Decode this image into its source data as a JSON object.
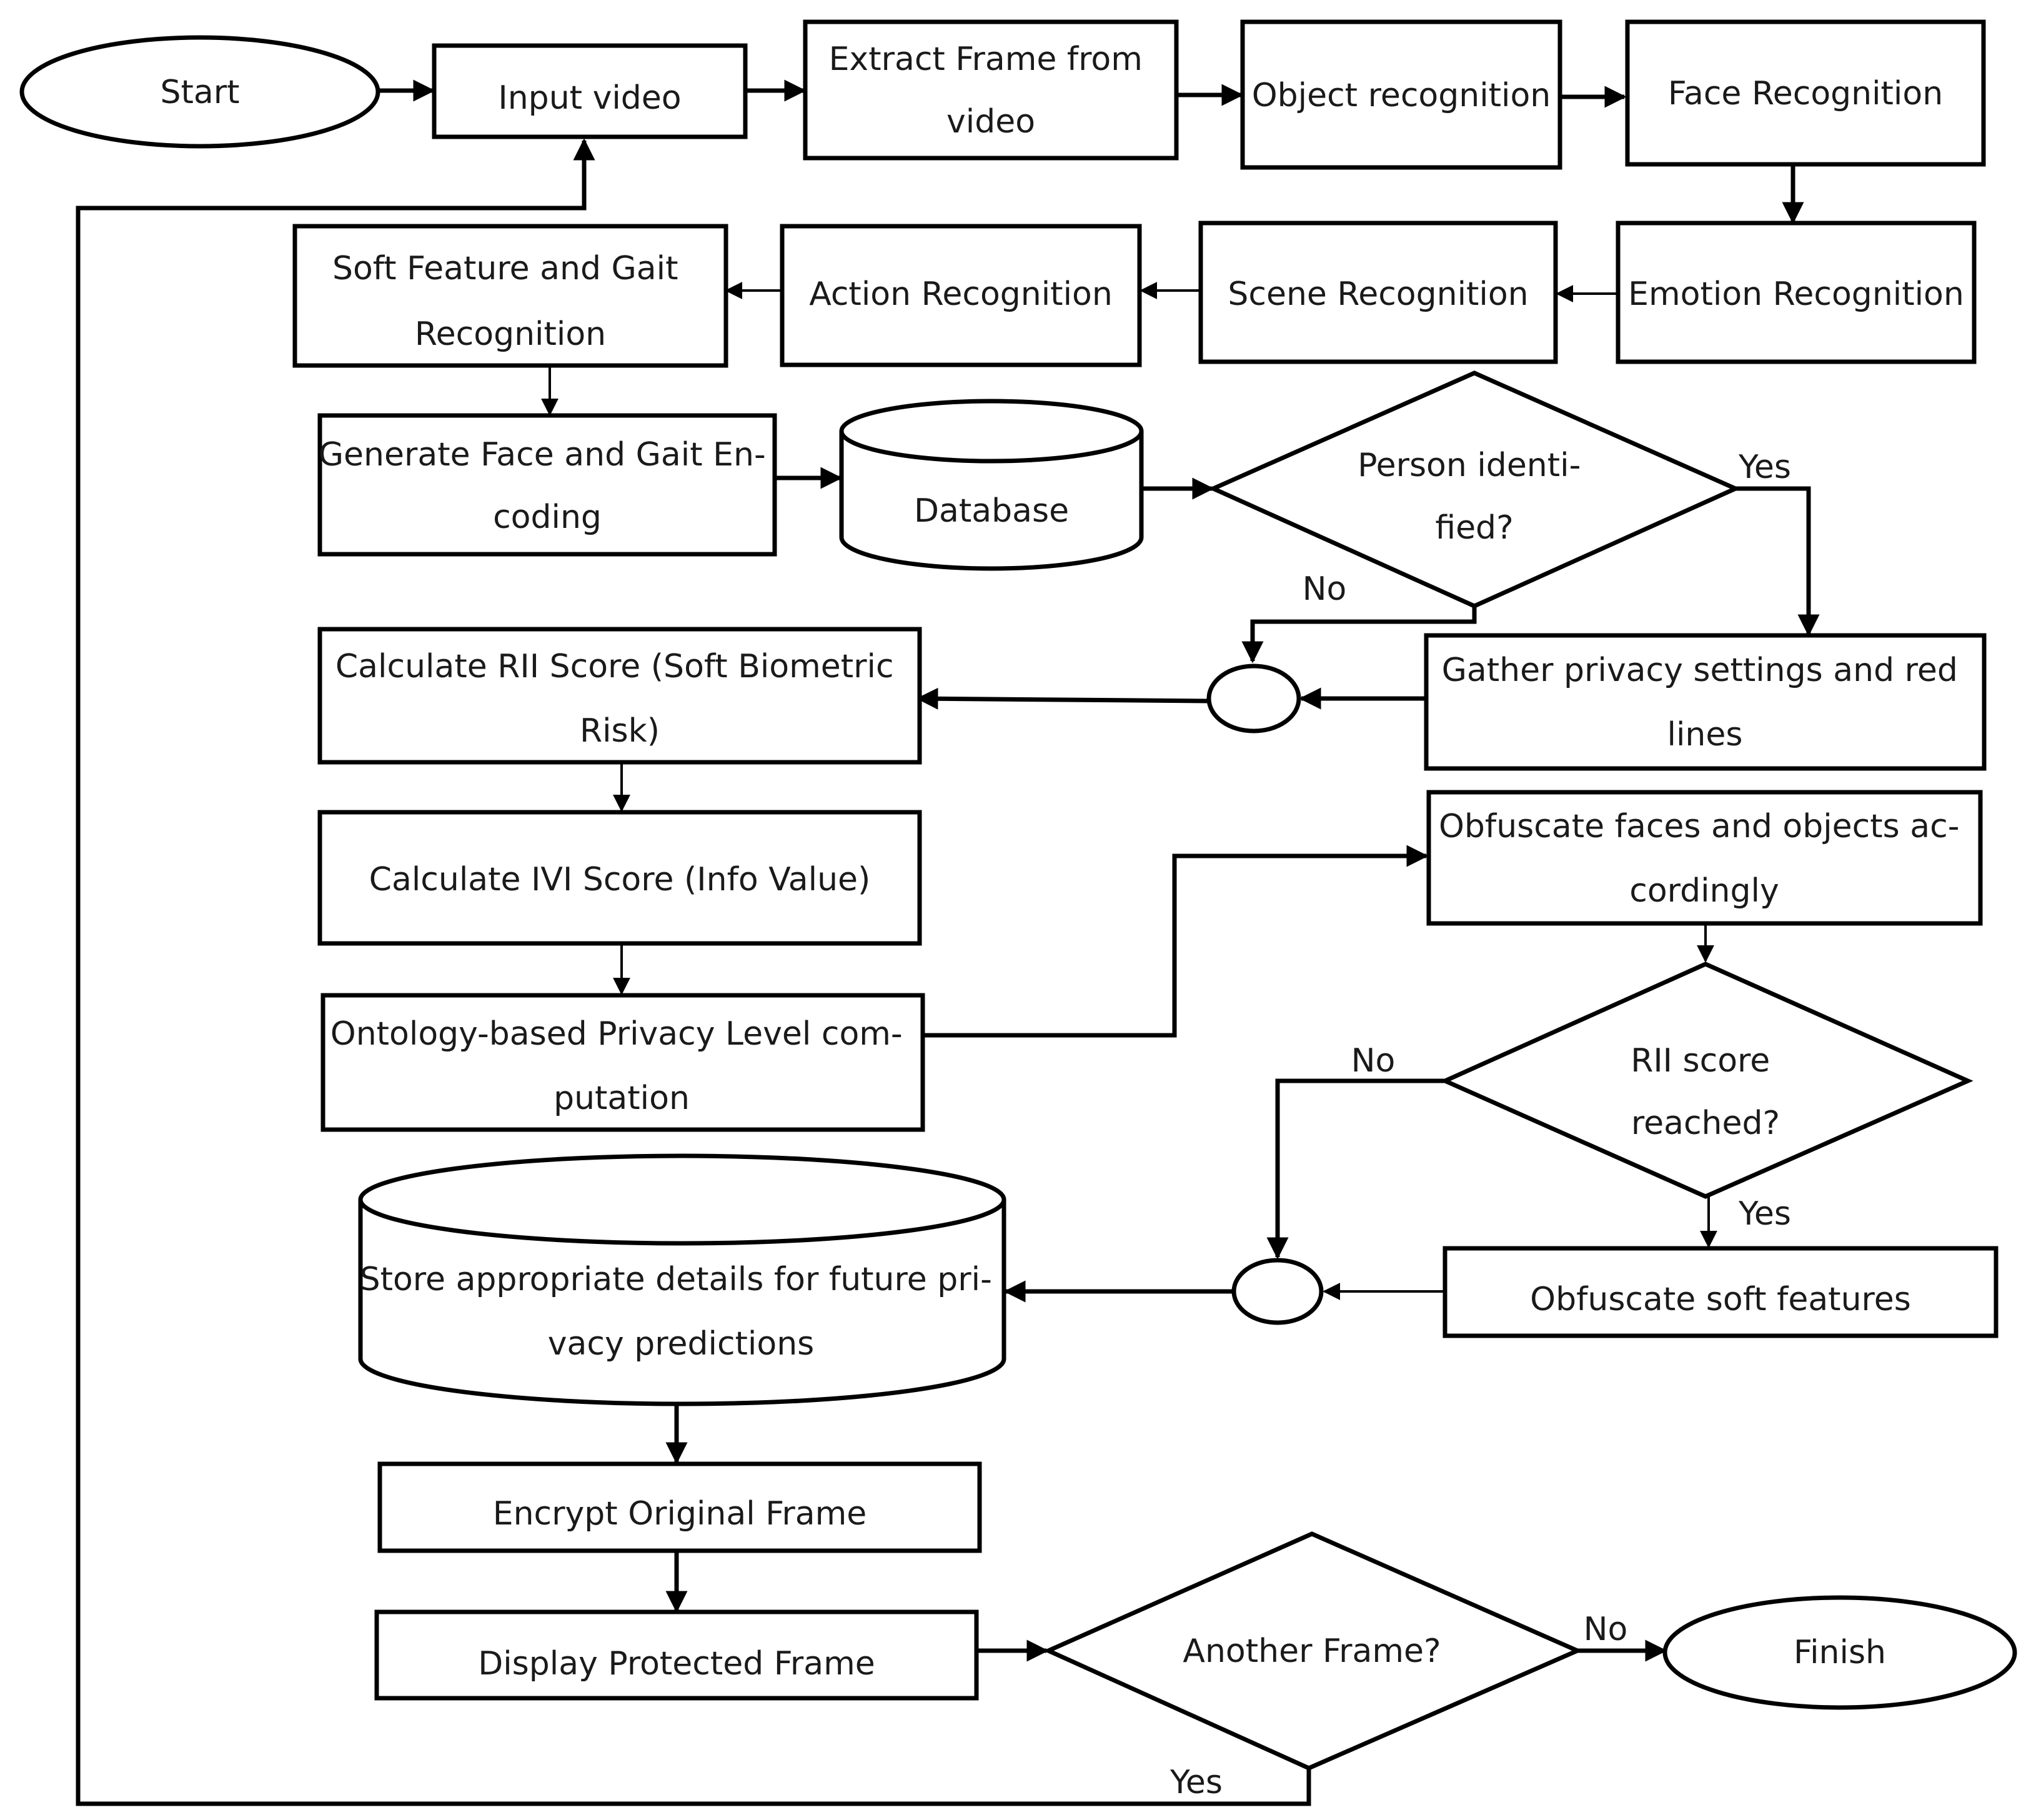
{
  "nodes": {
    "start": "Start",
    "input_video": "Input video",
    "extract_frame": [
      "Extract Frame from",
      "video"
    ],
    "object_recognition": "Object recognition",
    "face_recognition": "Face Recognition",
    "emotion_recognition": "Emotion Recognition",
    "scene_recognition": "Scene Recognition",
    "action_recognition": "Action Recognition",
    "soft_feature_gait": [
      "Soft Feature and Gait",
      "Recognition"
    ],
    "generate_encoding": [
      "Generate Face and Gait En-",
      "coding"
    ],
    "database": "Database",
    "person_identified": [
      "Person identi-",
      "fied?"
    ],
    "gather_privacy": [
      "Gather privacy settings and red",
      "lines"
    ],
    "calculate_rii": [
      "Calculate RII Score (Soft Biometric",
      "Risk)"
    ],
    "calculate_ivi": "Calculate IVI Score (Info Value)",
    "ontology_privacy": [
      "Ontology-based Privacy Level com-",
      "putation"
    ],
    "obfuscate_faces": [
      "Obfuscate faces and objects ac-",
      "cordingly"
    ],
    "rii_reached": [
      "RII score",
      "reached?"
    ],
    "obfuscate_soft": "Obfuscate soft features",
    "store_details": [
      "Store appropriate details for future pri-",
      "vacy predictions"
    ],
    "encrypt_frame": "Encrypt Original Frame",
    "display_frame": "Display Protected Frame",
    "another_frame": "Another Frame?",
    "finish": "Finish"
  },
  "edge_labels": {
    "person_yes": "Yes",
    "person_no": "No",
    "rii_no": "No",
    "rii_yes": "Yes",
    "another_no": "No",
    "another_yes": "Yes"
  }
}
